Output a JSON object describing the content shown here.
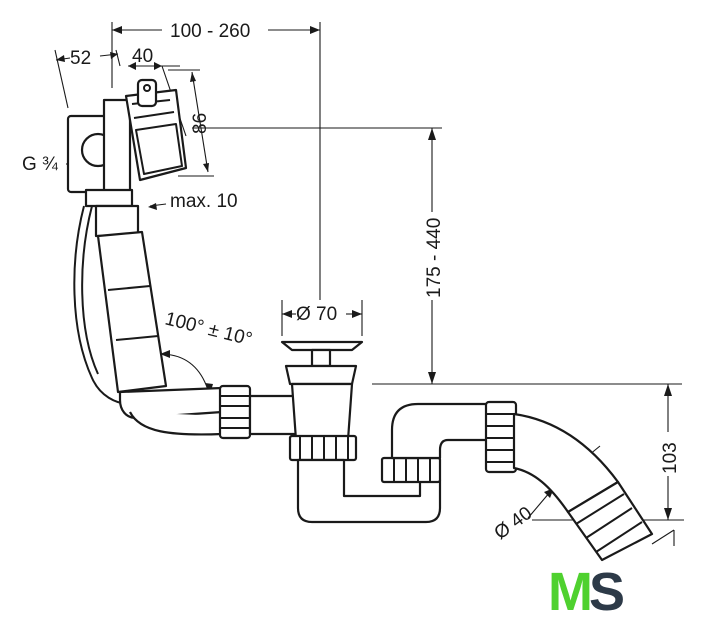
{
  "dimensions": {
    "overall_length": "100 - 260",
    "overflow_width": "52",
    "overflow_depth": "40",
    "overflow_height": "86",
    "thread": "G ¾",
    "max_wall": "max. 10",
    "height_range": "175 - 440",
    "drain_diameter": "Ø 70",
    "angle": "100° ± 10°",
    "outlet_height": "103",
    "outlet_diameter": "Ø 40"
  },
  "logo": {
    "text": "MS",
    "colors": {
      "left": "#4fd12f",
      "right": "#2d3a48"
    }
  }
}
